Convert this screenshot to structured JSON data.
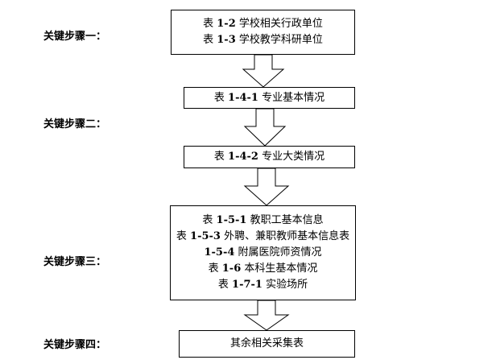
{
  "steps": [
    {
      "label": "关键步骤一："
    },
    {
      "label": "关键步骤二："
    },
    {
      "label": "关键步骤三："
    },
    {
      "label": "关键步骤四："
    }
  ],
  "boxes": [
    {
      "lines": [
        {
          "prefix": "表 ",
          "code": "1-2",
          "text": " 学校相关行政单位"
        },
        {
          "prefix": "表 ",
          "code": "1-3",
          "text": " 学校教学科研单位"
        }
      ]
    },
    {
      "lines": [
        {
          "prefix": "表 ",
          "code": "1-4-1",
          "text": " 专业基本情况"
        }
      ]
    },
    {
      "lines": [
        {
          "prefix": "表 ",
          "code": "1-4-2",
          "text": " 专业大类情况"
        }
      ]
    },
    {
      "lines": [
        {
          "prefix": "表 ",
          "code": "1-5-1",
          "text": " 教职工基本信息"
        },
        {
          "prefix": "表 ",
          "code": "1-5-3",
          "text": " 外聘、兼职教师基本信息表"
        },
        {
          "prefix": "",
          "code": "1-5-4",
          "text": " 附属医院师资情况"
        },
        {
          "prefix": "表 ",
          "code": "1-6",
          "text": " 本科生基本情况"
        },
        {
          "prefix": "表 ",
          "code": "1-7-1",
          "text": " 实验场所"
        }
      ]
    },
    {
      "lines": [
        {
          "prefix": "",
          "code": "",
          "text": "其余相关采集表"
        }
      ]
    }
  ],
  "colors": {
    "line": "#000000",
    "fill": "#ffffff"
  }
}
